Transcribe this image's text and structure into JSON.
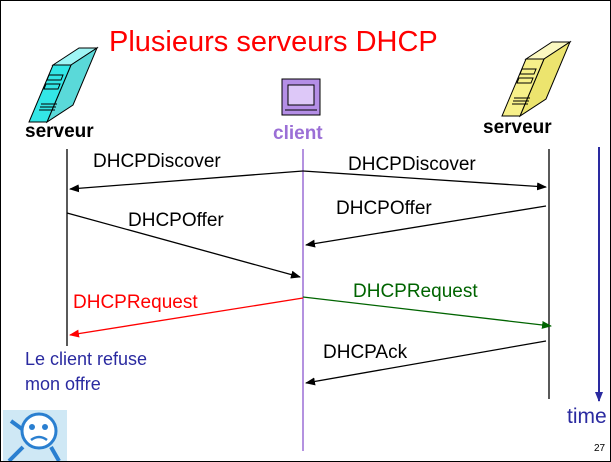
{
  "title": "Plusieurs serveurs DHCP",
  "nodes": {
    "server_left": "serveur",
    "client": "client",
    "server_right": "serveur"
  },
  "messages": {
    "discover_left": "DHCPDiscover",
    "discover_right": "DHCPDiscover",
    "offer_left": "DHCPOffer",
    "offer_right": "DHCPOffer",
    "request_left": "DHCPRequest",
    "request_right": "DHCPRequest",
    "ack": "DHCPAck"
  },
  "note": {
    "line1": "Le client refuse",
    "line2": "mon offre"
  },
  "time_label": "time",
  "page_number": "27",
  "colors": {
    "title": "#ff0000",
    "client_label": "#9b6fd6",
    "client_line": "#9b6fd6",
    "request_rejected": "#ff0000",
    "request_accepted": "#006400",
    "note": "#2a2aa0",
    "time_axis": "#2a2aa0",
    "server_left_fill": "#33e6e6",
    "server_right_fill": "#f7f08a",
    "client_fill": "#c9a6f0"
  },
  "icons": {
    "server_left": "server-tower-icon",
    "server_right": "server-tower-icon",
    "client": "computer-monitor-icon",
    "mascot": "sad-face-mascot-icon"
  }
}
